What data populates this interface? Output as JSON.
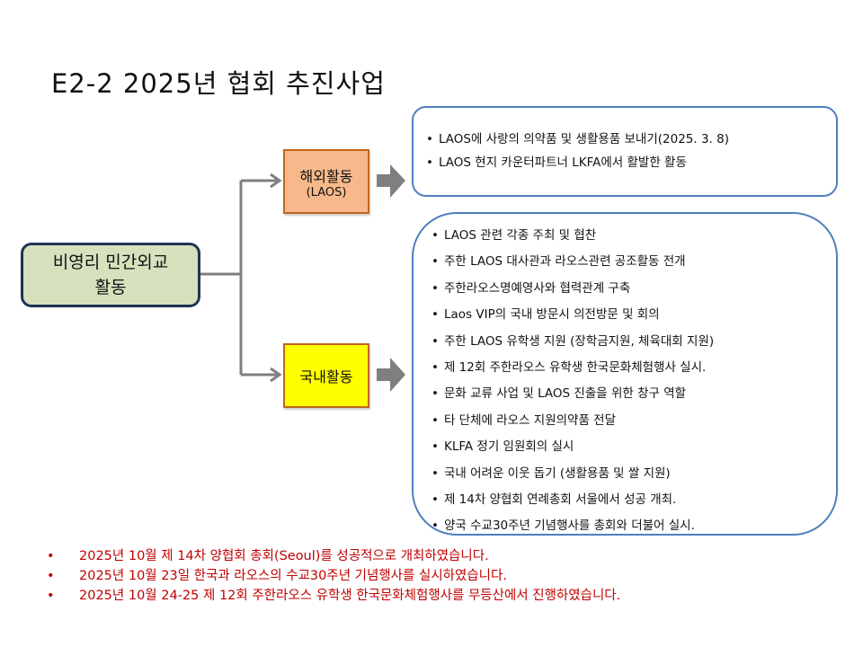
{
  "title": "E2-2  2025년 협회 추진사업",
  "root": {
    "line1": "비영리  민간외교",
    "line2": "활동"
  },
  "categories": [
    {
      "label": "해외활동",
      "sub": "(LAOS)"
    },
    {
      "label": "국내활동"
    }
  ],
  "overseas_items": [
    "LAOS에 사랑의 의약품 및 생활용품 보내기(2025.  3. 8)",
    "LAOS 현지 카운터파트너 LKFA에서 활발한 활동"
  ],
  "domestic_items": [
    "LAOS 관련 각종 주최 및 협찬",
    "주한 LAOS 대사관과 라오스관련 공조활동 전개",
    "주한라오스명예영사와 협력관계 구축",
    "Laos VIP의  국내 방문시 의전방문 및 회의",
    "주한 LAOS 유학생 지원 (장학금지원, 체육대회 지원)",
    "제 12회 주한라오스 유학생 한국문화체험행사 실시.",
    "문화 교류 사업 및 LAOS 진출을 위한 창구 역할",
    "타 단체에 라오스 지원의약품 전달",
    "KLFA 정기 임원회의 실시",
    "국내 어려운 이웃 돕기 (생활용품 및 쌀 지원)",
    "제 14차 양협회 연례총회 서울에서 성공 개최.",
    "양국 수교30주년 기념행사를 총회와 더불어 실시."
  ],
  "notes": [
    "2025년  10월   제 14차 양협회 총회(Seoul)를  성공적으로 개최하였습니다.",
    "2025년  10월  23일 한국과 라오스의 수교30주년 기념행사를 실시하였습니다.",
    "2025년  10월  24-25  제 12회  주한라오스 유학생 한국문화체험행사를 무등산에서 진행하였습니다."
  ],
  "colors": {
    "note": "#c00000",
    "panel_border": "#4f7fbf",
    "root_fill": "#d6e1bd",
    "overseas_fill": "#f7b98c",
    "domestic_fill": "#ffff00"
  }
}
